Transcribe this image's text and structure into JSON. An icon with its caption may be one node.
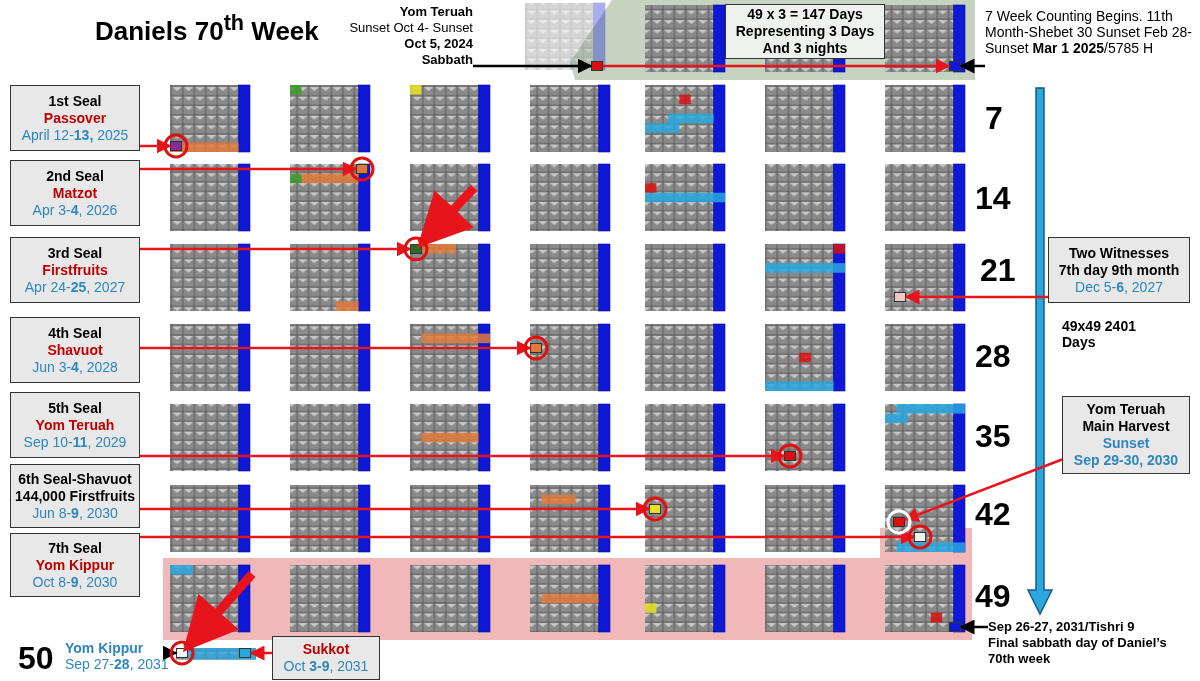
{
  "diagram": {
    "title": "Daniels 70$^{th}$ Week",
    "nodes": [
      {
        "text": [
          "1st Seal",
          "Passover",
          "April 12-**13,** 2025"
        ]
      },
      {
        "text": [
          "2nd Seal",
          "Matzot",
          "Apr 3-**4**, 2026"
        ]
      },
      {
        "text": [
          "3rd Seal",
          "Firstfruits",
          "Apr 24-**25**, 2027"
        ]
      },
      {
        "text": [
          "4th Seal",
          "Shavuot",
          "Jun 3-**4**, 2028"
        ]
      },
      {
        "text": [
          "5th Seal",
          "Yom Teruah",
          "Sep 10-**11**, 2029"
        ]
      },
      {
        "text": [
          "6th Seal-Shavuot",
          "144,000 Firstfruits",
          "Jun 8-**9**, 2030"
        ]
      },
      {
        "text": [
          "7th Seal",
          "Yom Kippur",
          "Oct 8-**9**, 2030"
        ]
      },
      {
        "text": [
          "Two Witnesses",
          "7th day 9th month",
          "Dec 5-**6**, 2027"
        ]
      },
      {
        "text": [
          "Yom Teruah",
          "Main Harvest",
          "Sunset",
          "Sep 29-30, 2030"
        ]
      },
      {
        "text": [
          "Sukkot",
          "Oct **3-9**, 2031"
        ]
      },
      {
        "text": [
          "Yom Teruah",
          "Sunset Oct 4- Sunset **Oct 5, 2024**",
          "Sabbath"
        ]
      },
      {
        "text": [
          "7 Week Counting Begins. 11th Month-Shebet 30 Sunset Feb 28- Sunset **Mar 1 2025**/5785 H"
        ]
      },
      {
        "text": [
          "Yom Kippur",
          "Sep 27-**28**, 2031"
        ]
      },
      {
        "text": [
          "Sep 26-27, 2031/Tishri 9",
          "Final sabbath day of Daniel’s 70th week"
        ]
      },
      {
        "text": [
          "49 x 3 = 147 Days Representing 3 Days And 3 nights"
        ]
      },
      {
        "text": [],
        "shape": "box"
      },
      {
        "text": [],
        "shape": "box"
      },
      {
        "text": [],
        "shape": "box"
      },
      {
        "text": [],
        "shape": "box"
      },
      {
        "text": [],
        "shape": "box"
      },
      {
        "text": [],
        "shape": "box"
      },
      {
        "text": [],
        "shape": "box"
      },
      {
        "text": [],
        "shape": "box"
      },
      {
        "text": [],
        "shape": "box"
      },
      {
        "text": [],
        "shape": "box"
      },
      {
        "text": [],
        "shape": "box"
      },
      {
        "text": [],
        "shape": "box"
      },
      {
        "text": [],
        "shape": "box"
      },
      {
        "text": [],
        "shape": "box"
      }
    ],
    "edges": [
      {
        "from": 0,
        "to": 17,
        "arrow": "to"
      },
      {
        "from": 1,
        "to": 18,
        "arrow": "to"
      },
      {
        "from": 2,
        "to": 19,
        "arrow": "to"
      },
      {
        "from": 3,
        "to": 21,
        "arrow": "to"
      },
      {
        "from": 4,
        "to": 22,
        "arrow": "to"
      },
      {
        "from": 5,
        "to": 23,
        "arrow": "to"
      },
      {
        "from": 6,
        "to": 25,
        "arrow": "to"
      },
      {
        "from": 7,
        "to": 20,
        "arrow": "to"
      },
      {
        "from": 8,
        "to": 24,
        "arrow": "to"
      },
      {
        "from": 9,
        "to": 28,
        "arrow": "to"
      },
      {
        "from": null,
        "to": 19,
        "arrow": "to",
        "style": "thick"
      },
      {
        "from": null,
        "to": 27,
        "arrow": "to",
        "style": "thick"
      },
      {
        "from": 10,
        "to": 15,
        "arrow": "to",
        "color": "#000000"
      },
      {
        "from": 11,
        "to": 16,
        "arrow": "to",
        "color": "#000000"
      },
      {
        "from": 12,
        "to": 27,
        "arrow": "to",
        "color": "#000000"
      },
      {
        "from": 13,
        "to": 26,
        "arrow": "to",
        "color": "#000000"
      },
      {
        "from": 15,
        "to": 16,
        "arrow": "to"
      }
    ],
    "labels": [
      "7",
      "14",
      "21",
      "28",
      "35",
      "42",
      "49",
      "49x49 2401 Days",
      "50"
    ]
  }
}
